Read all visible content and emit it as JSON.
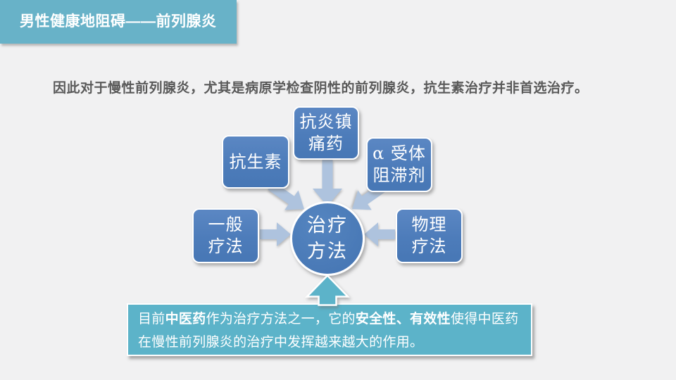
{
  "slide": {
    "title": "男性健康地阻碍——前列腺炎",
    "intro": "因此对于慢性前列腺炎，尤其是病原学检查阴性的前列腺炎，抗生素治疗并非首选治疗。"
  },
  "diagram": {
    "center": "治疗\n方法",
    "nodes": {
      "antibiotics": "抗生素",
      "anti_inflammatory": "抗炎镇\n痛药",
      "alpha_blocker": "α 受体\n阻滞剂",
      "general": "一般\n疗法",
      "physical": "物理\n疗法"
    },
    "arrows": [
      "from-antibiotics",
      "from-anti-inflammatory",
      "from-alpha-blocker",
      "from-general-therapy",
      "from-physical-therapy",
      "from-callout-up"
    ]
  },
  "callout": {
    "seg_normal_1": "目前",
    "seg_bold_1": "中医药",
    "seg_normal_2": "作为治疗方法之一，它的",
    "seg_bold_2": "安全性、有效性",
    "seg_normal_3": "使得中医药在慢性前列腺炎的治疗中发挥越来越大的作用。"
  },
  "colors": {
    "header_teal": "#68b2c8",
    "callout_teal": "#5cb3c9",
    "node_blue": "#4d7cba",
    "arrow_light_blue": "#aec3de",
    "intro_text_gray": "#595959",
    "background": "#f1f1f2",
    "text_white": "#ffffff"
  }
}
